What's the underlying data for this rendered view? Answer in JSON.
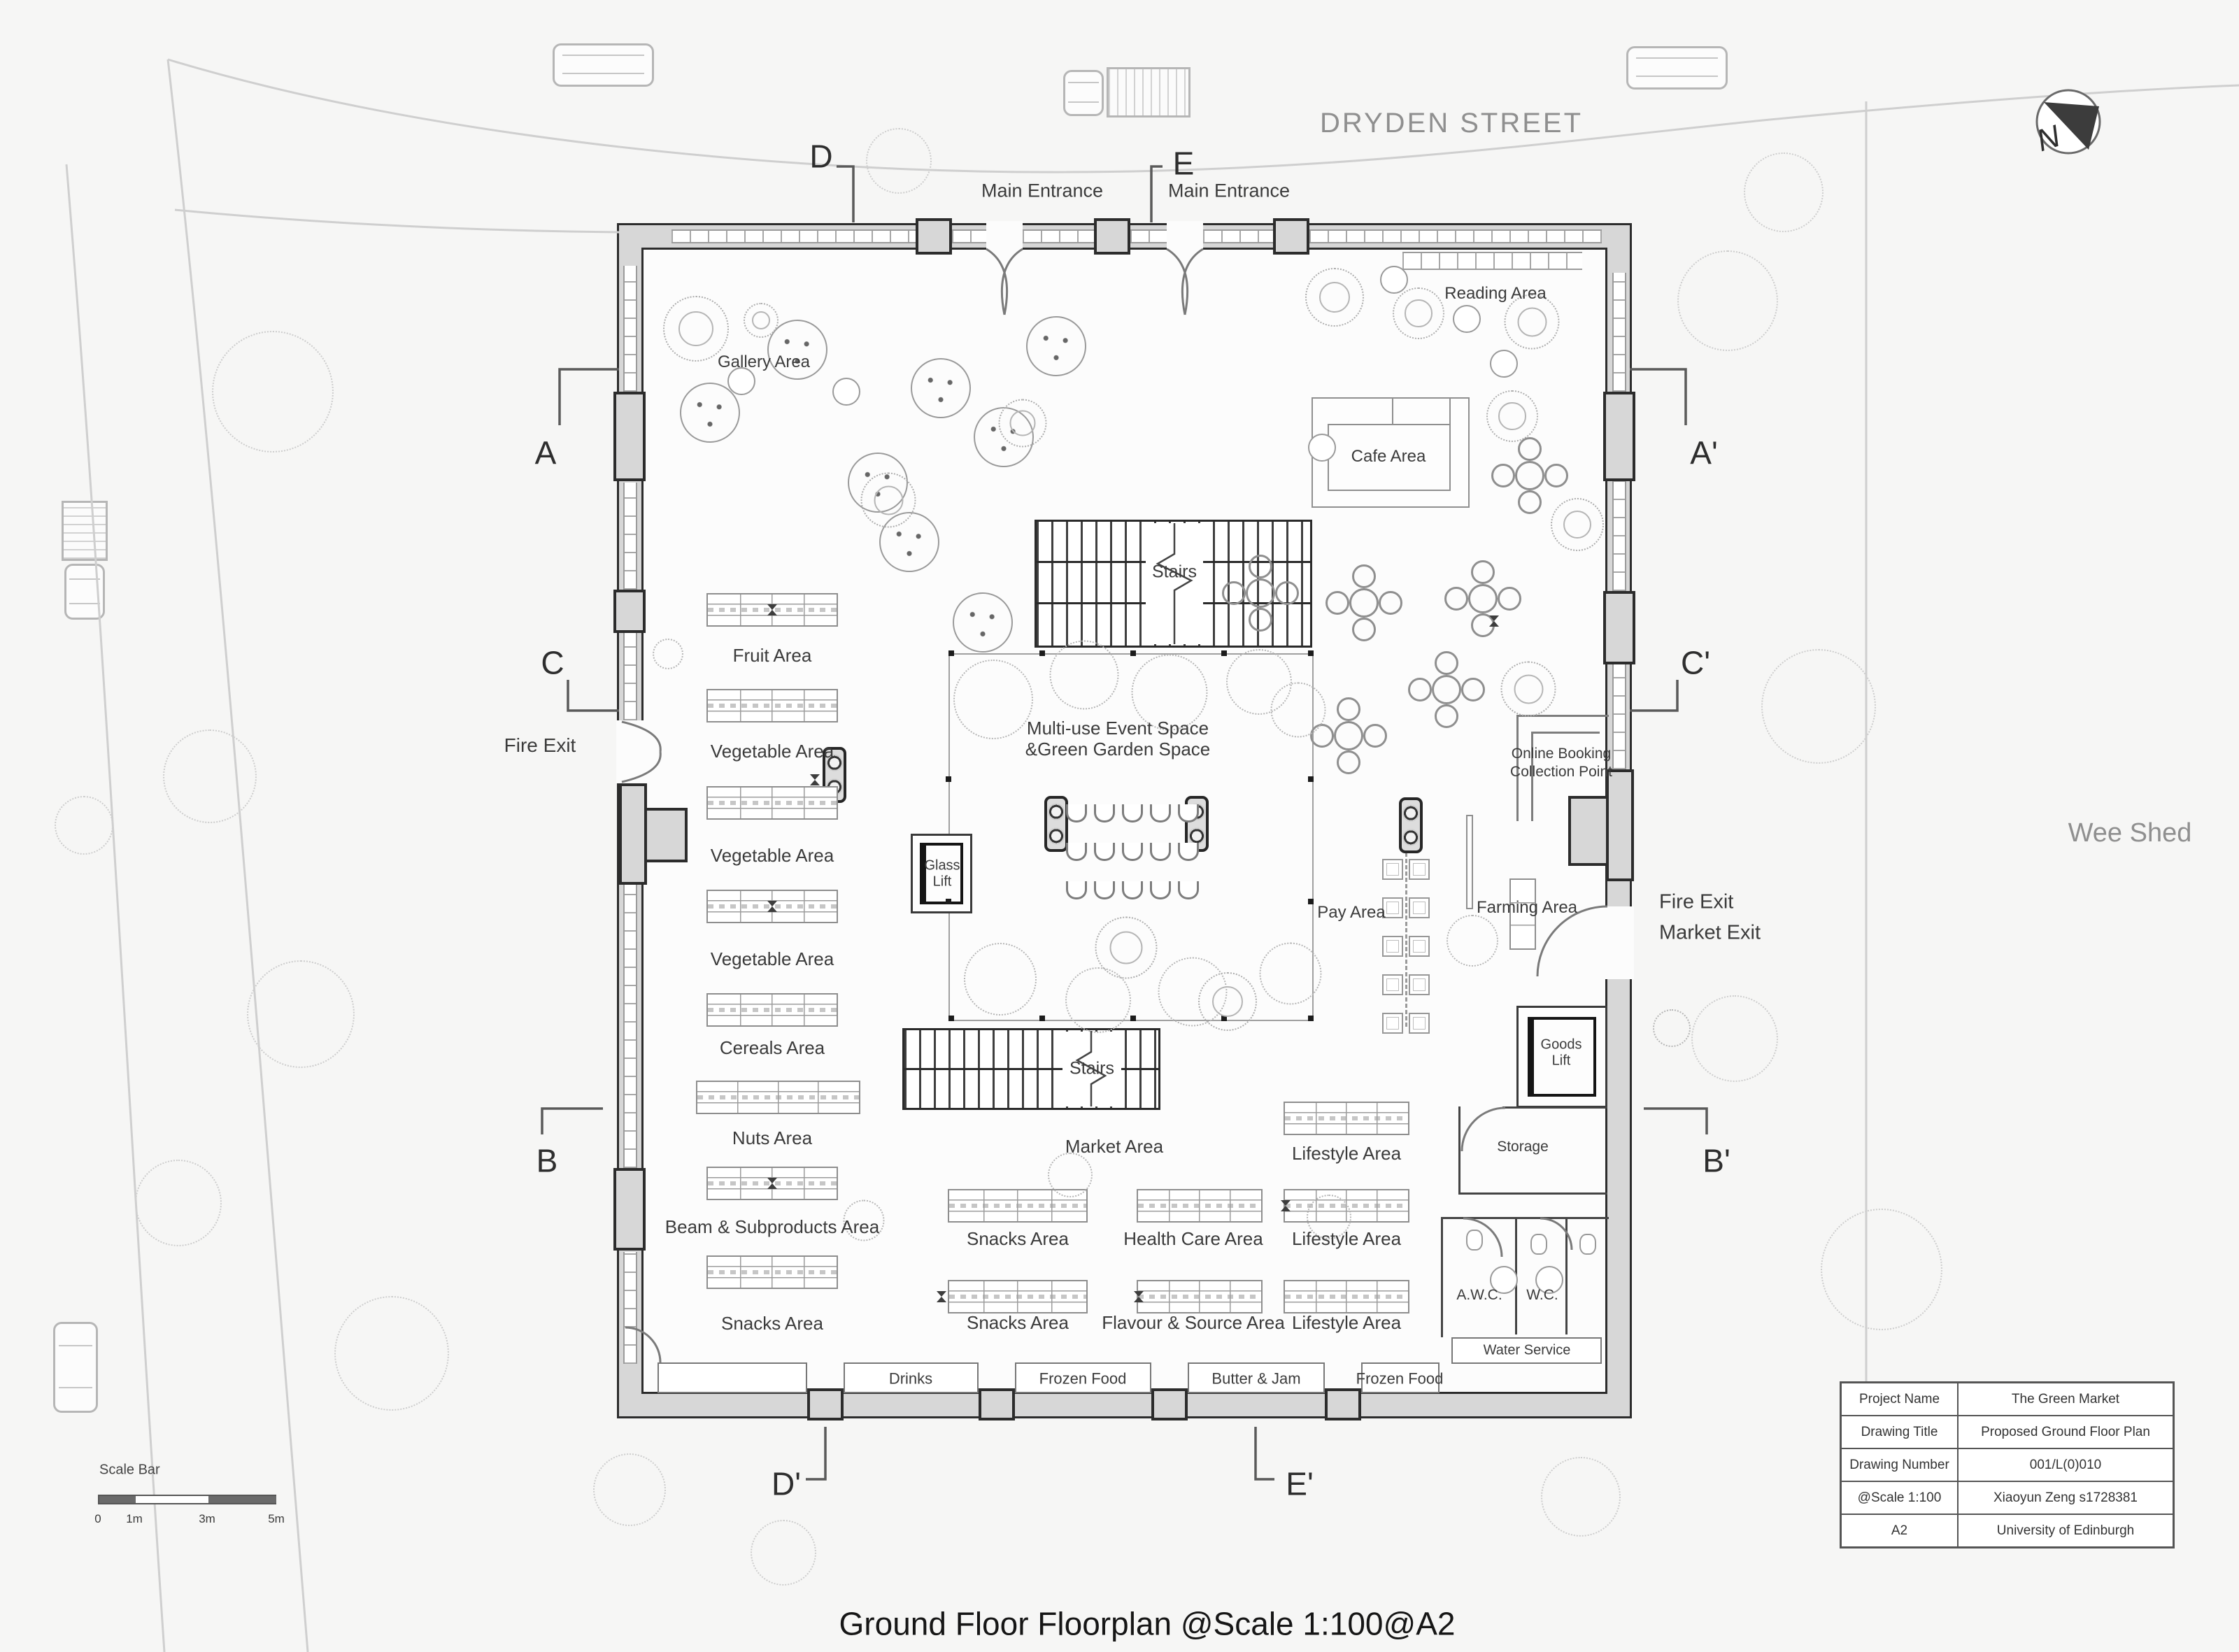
{
  "street": "DRYDEN STREET",
  "context_label": "Wee Shed",
  "bottom_title": "Ground Floor Floorplan @Scale 1:100@A2",
  "compass_letter": "N",
  "scale_bar": {
    "label": "Scale Bar",
    "ticks": [
      "0",
      "1m",
      "3m",
      "5m"
    ]
  },
  "sections": {
    "a": "A",
    "a2": "A'",
    "b": "B",
    "b2": "B'",
    "c": "C",
    "c2": "C'",
    "d": "D",
    "d2": "D'",
    "e": "E",
    "e2": "E'"
  },
  "doors": {
    "main_entrance_1": "Main Entrance",
    "main_entrance_2": "Main Entrance",
    "fire_exit": "Fire Exit",
    "fire_exit_market_line1": "Fire Exit",
    "fire_exit_market_line2": "Market Exit"
  },
  "rooms": {
    "gallery": "Gallery Area",
    "reading": "Reading Area",
    "cafe": "Cafe Area",
    "stairs_upper": "Stairs",
    "stairs_lower": "Stairs",
    "event_line1": "Multi-use Event Space",
    "event_line2": "&Green Garden Space",
    "online_line1": "Online Booking",
    "online_line2": "Collection Point",
    "pay": "Pay Area",
    "farming": "Farming Area",
    "market": "Market Area",
    "glass_lift_line1": "Glass",
    "glass_lift_line2": "Lift",
    "goods_lift_line1": "Goods",
    "goods_lift_line2": "Lift",
    "storage": "Storage",
    "awc": "A.W.C.",
    "wc": "W.C.",
    "water_service": "Water Service"
  },
  "stall_areas": {
    "left": [
      "Fruit Area",
      "Vegetable Area",
      "Vegetable Area",
      "Vegetable Area",
      "Cereals Area",
      "Nuts Area",
      "Beam & Subproducts Area",
      "Snacks Area"
    ],
    "middle": [
      "Snacks Area",
      "Snacks Area"
    ],
    "center": [
      "Health Care Area",
      "Flavour & Source Area"
    ],
    "right": [
      "Lifestyle Area",
      "Lifestyle Area",
      "Lifestyle Area"
    ]
  },
  "wall_shelves": [
    "Drinks",
    "Frozen Food",
    "Butter & Jam",
    "Frozen Food"
  ],
  "title_block": {
    "rows": [
      {
        "label": "Project Name",
        "value": "The Green Market"
      },
      {
        "label": "Drawing Title",
        "value": "Proposed Ground Floor Plan"
      },
      {
        "label": "Drawing Number",
        "value": "001/L(0)010"
      },
      {
        "label": "@Scale 1:100",
        "value": "Xiaoyun Zeng s1728381"
      },
      {
        "label": "A2",
        "value": "University of Edinburgh"
      }
    ]
  }
}
